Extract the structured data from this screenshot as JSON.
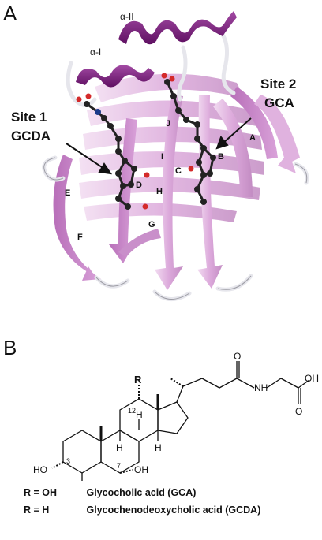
{
  "panel_a": {
    "letter": "A",
    "helix_labels": [
      "α-I",
      "α-II"
    ],
    "site1_title": "Site 1",
    "site1_ligand": "GCDA",
    "site2_title": "Site 2",
    "site2_ligand": "GCA",
    "strand_labels": [
      "A",
      "B",
      "C",
      "D",
      "E",
      "F",
      "G",
      "H",
      "I",
      "J"
    ],
    "colors": {
      "ribbon_light": "#d9a9d8",
      "ribbon_dark": "#a45aa6",
      "helix": "#7e1e80",
      "loop": "#e9e9ee"
    }
  },
  "panel_b": {
    "letter": "B",
    "atom_labels": {
      "r_group": "R",
      "num12": "12",
      "num7": "7",
      "num3": "3",
      "h": "H",
      "ho_left": "HO",
      "oh_ring": "OH",
      "o_amide": "O",
      "nh": "NH",
      "oh_acid": "OH",
      "o_acid": "O"
    },
    "legend": [
      {
        "lhs": "R = OH",
        "name": "Glycocholic acid (GCA)"
      },
      {
        "lhs": "R = H",
        "name": "Glycochenodeoxycholic acid (GCDA)"
      }
    ]
  }
}
